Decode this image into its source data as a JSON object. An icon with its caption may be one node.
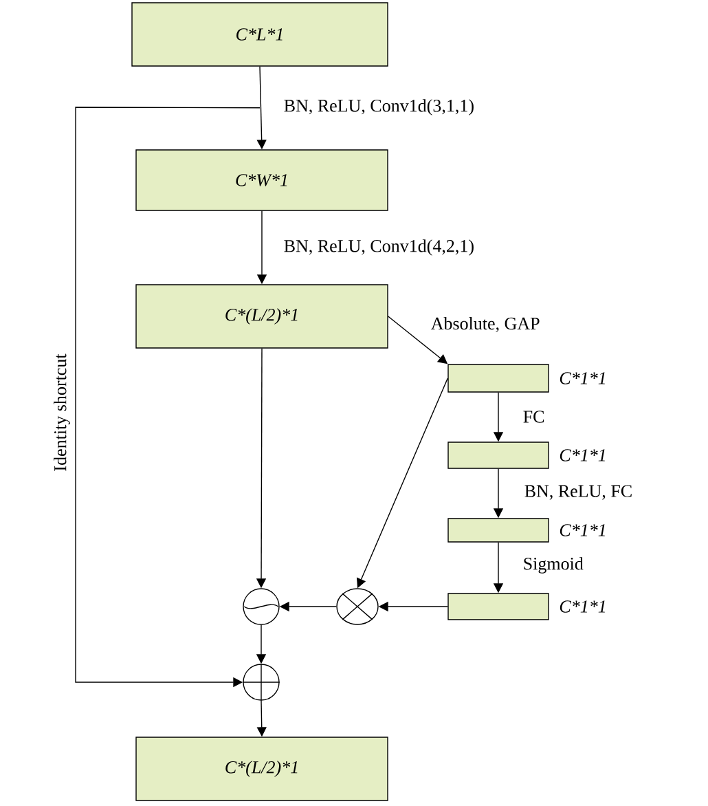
{
  "diagram": {
    "nodes": [
      {
        "text": [
          "C*L*1"
        ]
      },
      {
        "text": [
          "C*W*1"
        ]
      },
      {
        "text": [
          "C*(L/2)*1"
        ]
      },
      {
        "text": [],
        "shape": "box",
        "beside": [
          "C*1*1"
        ]
      },
      {
        "text": [],
        "shape": "box",
        "beside": [
          "C*1*1"
        ]
      },
      {
        "text": [],
        "shape": "box",
        "beside": [
          "C*1*1"
        ]
      },
      {
        "text": [],
        "shape": "box",
        "beside": [
          "C*1*1"
        ]
      },
      {
        "text": [],
        "shape": "circle"
      },
      {
        "text": [],
        "shape": "circle"
      },
      {
        "text": [],
        "shape": "circle"
      },
      {
        "text": [
          "C*(L/2)*1"
        ]
      }
    ],
    "edges": [
      {
        "from": 0,
        "to": 1,
        "arrow": "to",
        "label": "BN, ReLU, Conv1d(3,1,1)"
      },
      {
        "from": 1,
        "to": 2,
        "arrow": "to",
        "label": "BN, ReLU, Conv1d(4,2,1)"
      },
      {
        "from": 2,
        "to": 3,
        "arrow": "to",
        "label": "Absolute, GAP"
      },
      {
        "from": 3,
        "to": 4,
        "arrow": "to",
        "label": "FC"
      },
      {
        "from": 4,
        "to": 5,
        "arrow": "to",
        "label": "BN, ReLU, FC"
      },
      {
        "from": 5,
        "to": 6,
        "arrow": "to",
        "label": "Sigmoid"
      },
      {
        "from": 2,
        "to": 7,
        "arrow": "to"
      },
      {
        "from": 3,
        "to": 8,
        "arrow": "to"
      },
      {
        "from": 6,
        "to": 8,
        "arrow": "to"
      },
      {
        "from": 8,
        "to": 7,
        "arrow": "to"
      },
      {
        "from": 7,
        "to": 9,
        "arrow": "to"
      },
      {
        "from": 0,
        "to": 9,
        "arrow": "to",
        "label": "Identity shortcut"
      },
      {
        "from": 9,
        "to": 10,
        "arrow": "to"
      }
    ]
  }
}
